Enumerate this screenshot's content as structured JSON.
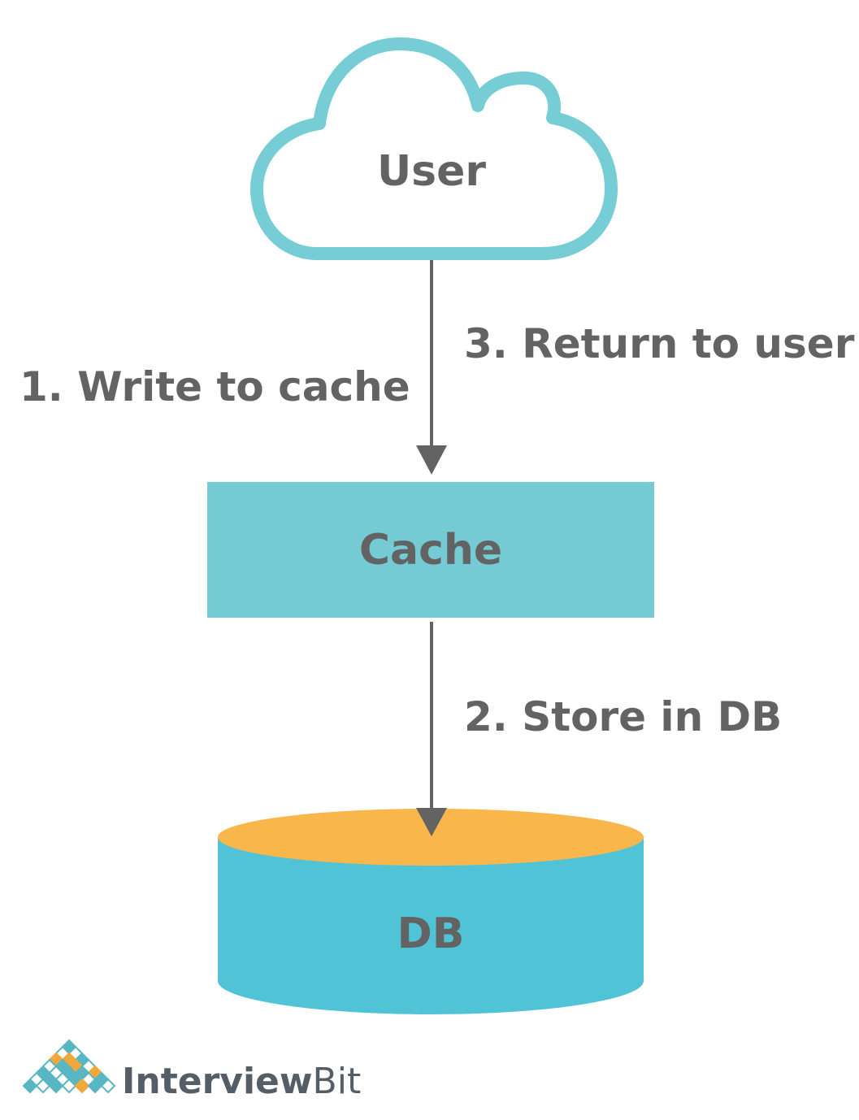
{
  "nodes": {
    "user": {
      "label": "User"
    },
    "cache": {
      "label": "Cache"
    },
    "db": {
      "label": "DB"
    }
  },
  "edges": {
    "write_to_cache": {
      "label": "1. Write to cache"
    },
    "store_in_db": {
      "label": "2. Store in DB"
    },
    "return_to_user": {
      "label": "3. Return to user"
    }
  },
  "brand": {
    "name_part1": "Interview",
    "name_part2": "Bit"
  },
  "colors": {
    "cloud_stroke": "#76cdd6",
    "cache_fill": "#74cbd3",
    "db_body": "#50c4d6",
    "db_top": "#f8b64b",
    "arrow": "#636363",
    "text": "#636363",
    "logo_teal": "#59b6c3",
    "logo_orange": "#f2a73b"
  }
}
